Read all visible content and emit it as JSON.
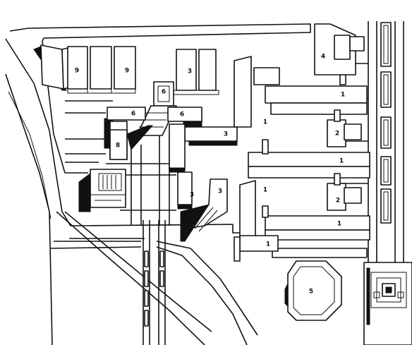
{
  "labels": [
    {
      "id": "b9-left",
      "text": "9"
    },
    {
      "id": "b9-right",
      "text": "9"
    },
    {
      "id": "b3-top",
      "text": "3"
    },
    {
      "id": "b6-tower",
      "text": "6"
    },
    {
      "id": "b6-left",
      "text": "6"
    },
    {
      "id": "b6-right",
      "text": "6"
    },
    {
      "id": "b8",
      "text": "8"
    },
    {
      "id": "b3-mid",
      "text": "3"
    },
    {
      "id": "b3-low-a",
      "text": "3"
    },
    {
      "id": "b3-low-b",
      "text": "3"
    },
    {
      "id": "b4",
      "text": "4"
    },
    {
      "id": "b1-top",
      "text": "1"
    },
    {
      "id": "b1-upper-left",
      "text": "1"
    },
    {
      "id": "b2-upper",
      "text": "2"
    },
    {
      "id": "b1-middle",
      "text": "1"
    },
    {
      "id": "b1-left-mid",
      "text": "1"
    },
    {
      "id": "b2-lower",
      "text": "2"
    },
    {
      "id": "b1-lower",
      "text": "1"
    },
    {
      "id": "b1-bottom",
      "text": "1"
    },
    {
      "id": "b5",
      "text": "5"
    }
  ]
}
